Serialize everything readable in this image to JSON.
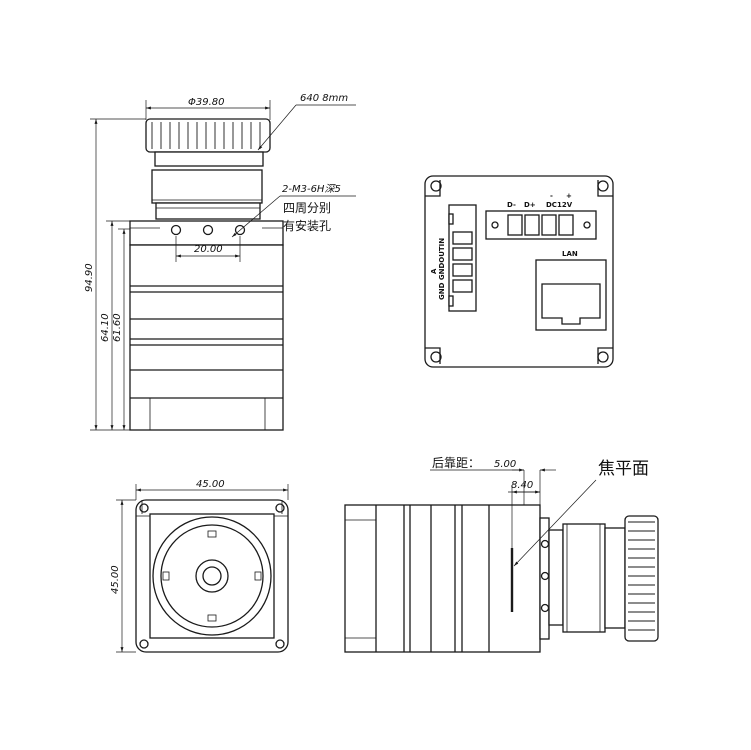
{
  "side_view": {
    "diameter_label": "Φ39.80",
    "lens_label": "640 8mm",
    "hole_note_line1": "2-M3-6H深5",
    "hole_note_line2": "四周分别",
    "hole_note_line3": "有安装孔",
    "hole_spacing_label": "20.00",
    "height_total_label": "94.90",
    "height_body_label": "64.10",
    "height_inner_label": "61.60"
  },
  "rear_view": {
    "power_pins": [
      "D-",
      "D+",
      "DC12V"
    ],
    "power_polarity": [
      "-",
      "+"
    ],
    "io_label_top": "GND GNDOUTIN",
    "io_label_side": "A",
    "lan_label": "LAN"
  },
  "front_view": {
    "width_label": "45.00",
    "height_label": "45.00"
  },
  "profile_view": {
    "back_focus_text": "后靠距：",
    "back_focus_value": "5.00",
    "focal_offset_label": "8.40",
    "focal_plane_label": "焦平面"
  }
}
